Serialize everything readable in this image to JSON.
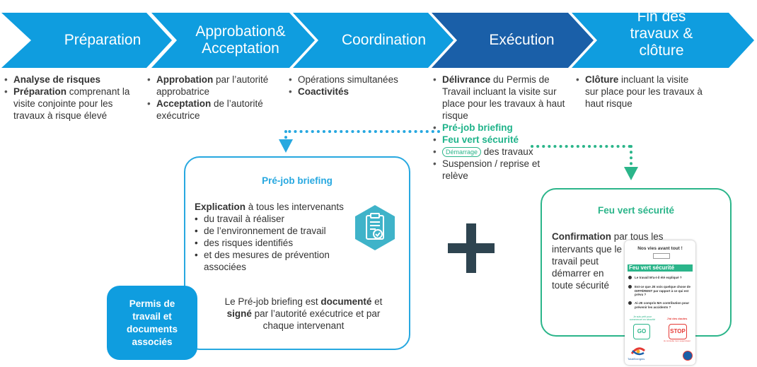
{
  "steps": [
    {
      "label": "Préparation"
    },
    {
      "label": "Approbation&\nAcceptation"
    },
    {
      "label": "Coordination"
    },
    {
      "label": "Exécution"
    },
    {
      "label": "Fin des\ntravaux &\nclôture"
    }
  ],
  "columns": {
    "c1": [
      {
        "bold": "Analyse de risques",
        "rest": ""
      },
      {
        "bold": "Préparation",
        "rest": " comprenant la visite conjointe pour les travaux à risque élevé"
      }
    ],
    "c2": [
      {
        "bold": "Approbation",
        "rest": " par l’autorité approbatrice"
      },
      {
        "bold": "Acceptation",
        "rest": " de l’autorité exécutrice"
      }
    ],
    "c3": [
      {
        "bold": "",
        "rest": "Opérations simultanées"
      },
      {
        "bold": "Coactivités",
        "rest": ""
      }
    ],
    "c4": {
      "item1_bold": "Délivrance",
      "item1_rest": " du Permis de Travail incluant la visite sur place pour les travaux à haut risque",
      "item2": "Pré-job briefing",
      "item3": "Feu vert sécurité",
      "item4_tag": "Démarrage",
      "item4_rest": " des travaux",
      "item5": "Suspension / reprise et relève"
    },
    "c5": [
      {
        "bold": "Clôture",
        "rest": " incluant la visite sur place pour les travaux à haut risque"
      }
    ]
  },
  "prejob": {
    "title": "Pré-job briefing",
    "intro_bold": "Explication",
    "intro_rest": " à tous les intervenants",
    "items": [
      "du travail à réaliser",
      "de l’environnement de travail",
      "des risques identifiés",
      "et des mesures de prévention associées"
    ],
    "footer_a": "Le Pré-job briefing est ",
    "footer_b": "documenté",
    "footer_c": " et ",
    "footer_d": "signé",
    "footer_e": " par l’autorité exécutrice et par chaque intervenant"
  },
  "permis": {
    "label": "Permis de travail et documents associés"
  },
  "feuvert": {
    "title": "Feu vert sécurité",
    "text_bold": "Confirmation",
    "text_rest1": " par tous les",
    "text_rest2": "intervants que le travail peut démarrer en toute sécurité"
  },
  "card": {
    "header": "Nos vies avant tout !",
    "banner": "Feu vert sécurité",
    "q1": "Le travail M'a-t-il été expliqué ?",
    "q2": "Est-ce que JE vois quelque chose de DIFFÉRENT par rapport à ce qui est prévu ?",
    "q3": "Ai-JE compris MA contribution pour prévenir les accidents ?",
    "go_caption": "Je suis prêt pour commencer en sécurité",
    "go": "GO",
    "stop_caption": "J'ai des doutes",
    "stop": "STOP",
    "stop_sub": "Je consulte mon superviseur",
    "brand": "TotalEnergies"
  },
  "colors": {
    "chevron1": "#0f9ddf",
    "chevron2": "#0f9ddf",
    "chevron3": "#0f9ddf",
    "chevron4": "#1a5fa8",
    "chevron5": "#0f9ddf",
    "blue": "#27a8e0",
    "green": "#2bb58a",
    "dark": "#2e4450"
  }
}
